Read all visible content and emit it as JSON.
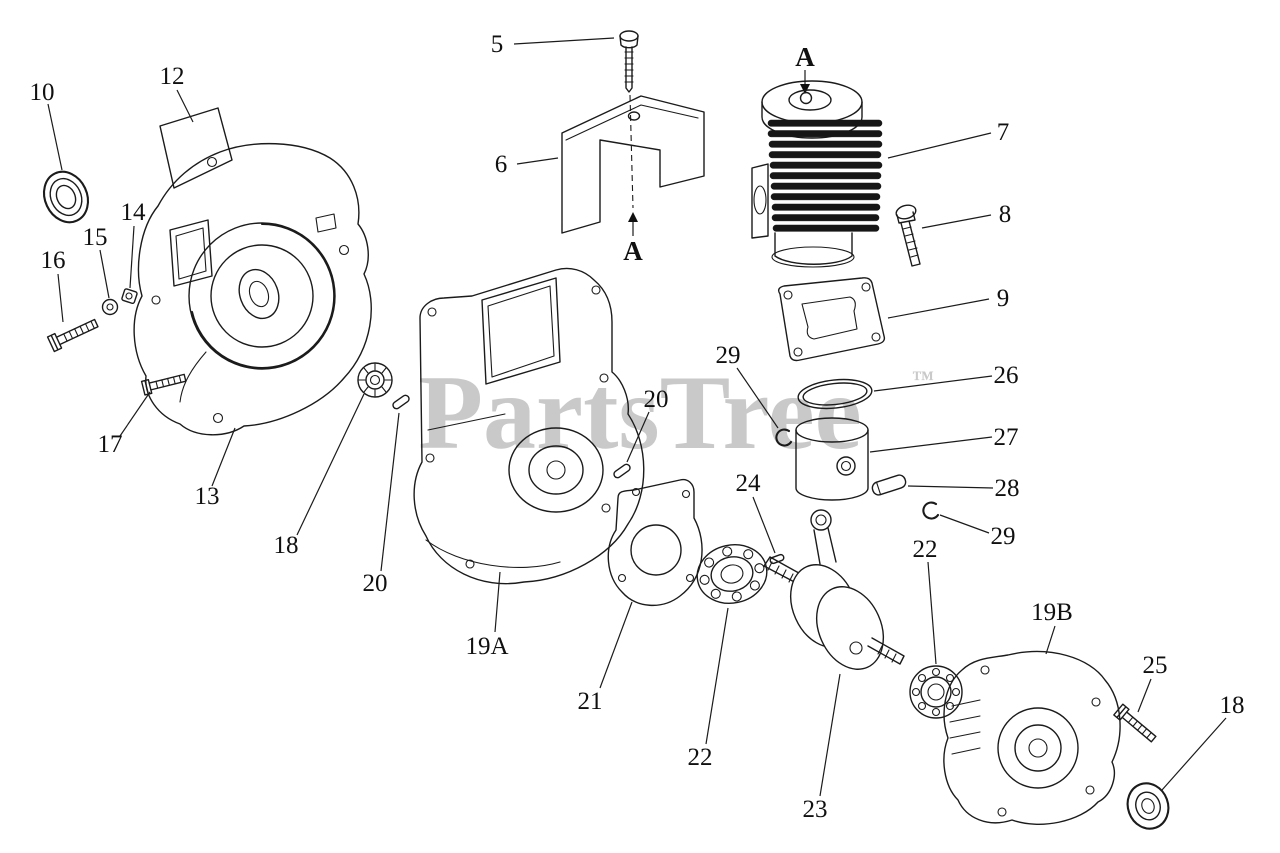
{
  "meta": {
    "background": "#ffffff",
    "line_color": "#1b1b1b",
    "description_type": "exploded-parts-diagram"
  },
  "watermark": {
    "text": "PartsTree",
    "tm": "™",
    "color": "#c9c9c9"
  },
  "callouts": {
    "a_top": "A",
    "a_bottom": "A"
  },
  "labels": {
    "p5": "5",
    "p6": "6",
    "p7": "7",
    "p8": "8",
    "p9": "9",
    "p10": "10",
    "p12": "12",
    "p13": "13",
    "p14": "14",
    "p15": "15",
    "p16": "16",
    "p17": "17",
    "p18_left": "18",
    "p18_right": "18",
    "p19a": "19A",
    "p19b": "19B",
    "p20_left": "20",
    "p20_right": "20",
    "p21": "21",
    "p22_left": "22",
    "p22_right": "22",
    "p23": "23",
    "p24": "24",
    "p25": "25",
    "p26": "26",
    "p27": "27",
    "p28": "28",
    "p29_left": "29",
    "p29_right": "29"
  }
}
